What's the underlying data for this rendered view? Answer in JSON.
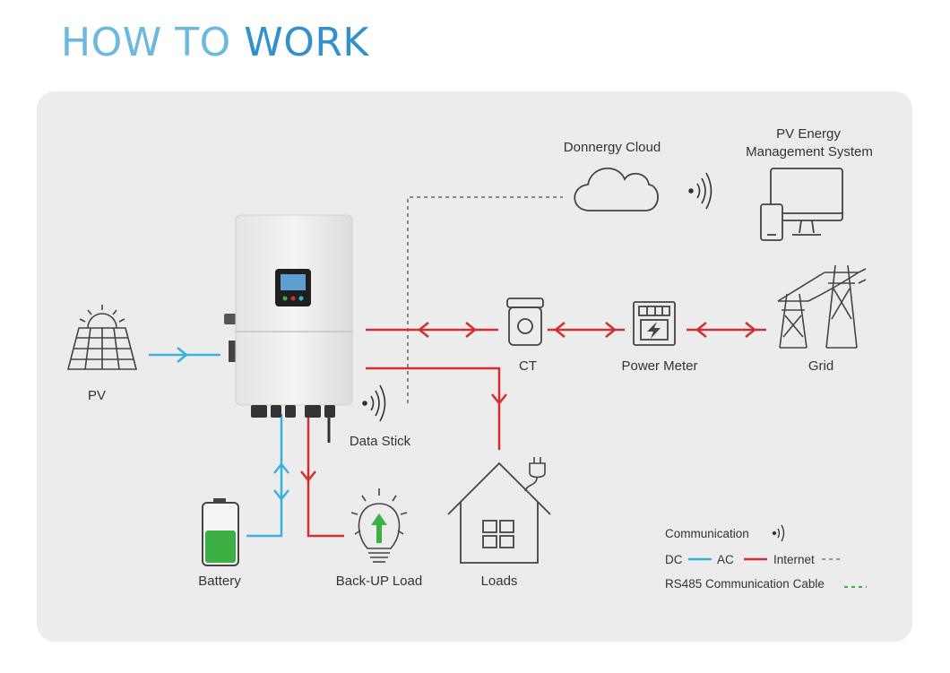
{
  "heading": {
    "part1": "HOW TO ",
    "part2": "WORK"
  },
  "nodes": {
    "pv": "PV",
    "battery": "Battery",
    "backup_load": "Back-UP Load",
    "loads": "Loads",
    "data_stick": "Data Stick",
    "cloud": "Donnergy Cloud",
    "ems_line1": "PV Energy",
    "ems_line2": "Management System",
    "ct": "CT",
    "power_meter": "Power Meter",
    "grid": "Grid"
  },
  "legend": {
    "communication": "Communication",
    "dc": "DC",
    "ac": "AC",
    "internet": "Internet",
    "rs485": "RS485 Communication Cable"
  },
  "colors": {
    "dc": "#3ab1dc",
    "ac": "#d32f2f",
    "internet": "#888888",
    "rs485": "#3cb043",
    "heading_light": "#6cb8e0",
    "heading_dark": "#3390cc"
  }
}
